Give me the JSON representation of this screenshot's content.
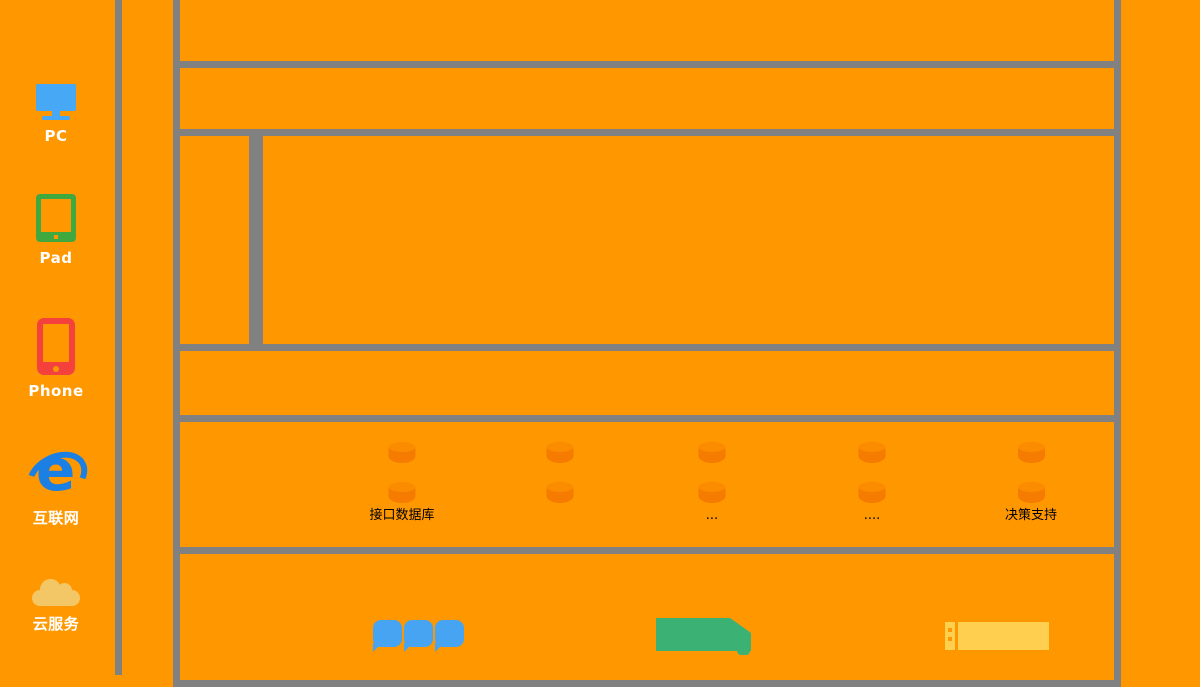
{
  "colors": {
    "background": "#FF9800",
    "border_gray": "#818181",
    "db_cylinder_body": "#F57C00",
    "db_cylinder_top": "#FB8C00",
    "blue_icon": "#47A4F2",
    "green_icon": "#3BB273",
    "yellow_icon": "#FFD04F",
    "pc_icon": "#47A8F5",
    "pad_icon": "#3FA93F",
    "phone_icon": "#F5413D",
    "ie_icon": "#1B7FE4",
    "cloud_icon": "#F3C766",
    "sidebar_label": "#FFFFFF",
    "db_label": "#000000"
  },
  "sidebar": {
    "items": [
      {
        "icon": "pc-monitor-icon",
        "label": "PC"
      },
      {
        "icon": "tablet-icon",
        "label": "Pad"
      },
      {
        "icon": "smartphone-icon",
        "label": "Phone"
      },
      {
        "icon": "internet-explorer-icon",
        "glyph": "e",
        "label": "互联网"
      },
      {
        "icon": "cloud-icon",
        "label": "云服务"
      }
    ]
  },
  "diagram": {
    "database_groups": [
      {
        "label": "接口数据库"
      },
      {
        "label": ""
      },
      {
        "label": "..."
      },
      {
        "label": "...."
      },
      {
        "label": "决策支持"
      }
    ],
    "bottom_icons": [
      {
        "name": "blue-bubble-cluster",
        "count": 3
      },
      {
        "name": "green-truck"
      },
      {
        "name": "yellow-server-rack"
      }
    ]
  }
}
